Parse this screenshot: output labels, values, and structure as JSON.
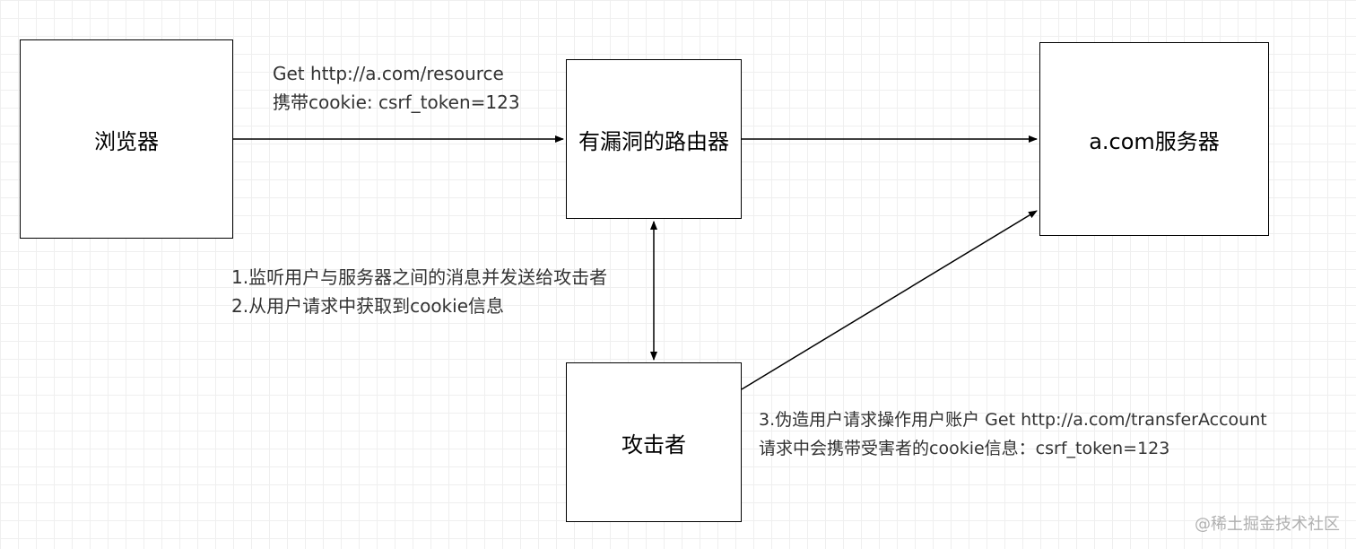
{
  "nodes": {
    "browser": "浏览器",
    "router": "有漏洞的路由器",
    "server": "a.com服务器",
    "attacker": "攻击者"
  },
  "edges": {
    "browser_to_router": {
      "line1": "Get http://a.com/resource",
      "line2": "携带cookie: csrf_token=123"
    },
    "router_attacker": {
      "line1": "1.监听用户与服务器之间的消息并发送给攻击者",
      "line2": "2.从用户请求中获取到cookie信息"
    },
    "attacker_to_server": {
      "line1": "3.伪造用户请求操作用户账户 Get http://a.com/transferAccount",
      "line2": "请求中会携带受害者的cookie信息：csrf_token=123"
    }
  },
  "watermark": "@稀土掘金技术社区"
}
